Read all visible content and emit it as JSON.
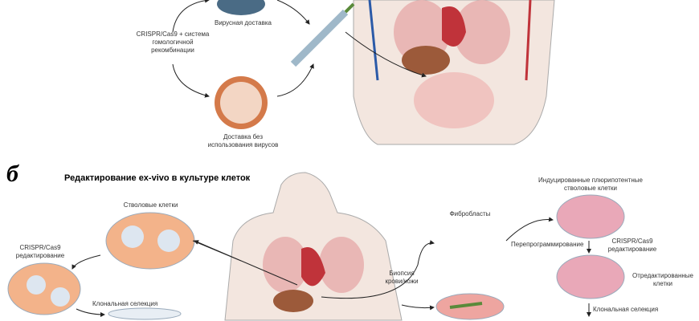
{
  "panel_a": {
    "viral": "Вирусная доставка",
    "crispr": "CRISPR/Cas9 + система гомологичной рекомбинации",
    "nonviral": "Доставка без использования вирусов"
  },
  "panel_b": {
    "letter": "б",
    "title": "Редактирование ex-vivo в культуре клеток",
    "stem": "Стволовые клетки",
    "crispr_edit": "CRISPR/Cas9 редактирование",
    "clonal": "Клональная селекция",
    "biopsy": "Биопсия крови/кожи",
    "fibro": "Фибробласты",
    "ipsc": "Индуцированные плюрипотентные стволовые клетки",
    "reprog": "Перепрограммирование",
    "crispr_edit2": "CRISPR/Cas9 редактирование",
    "edited": "Отредактированные клетки",
    "clonal2": "Клональная селекция"
  }
}
